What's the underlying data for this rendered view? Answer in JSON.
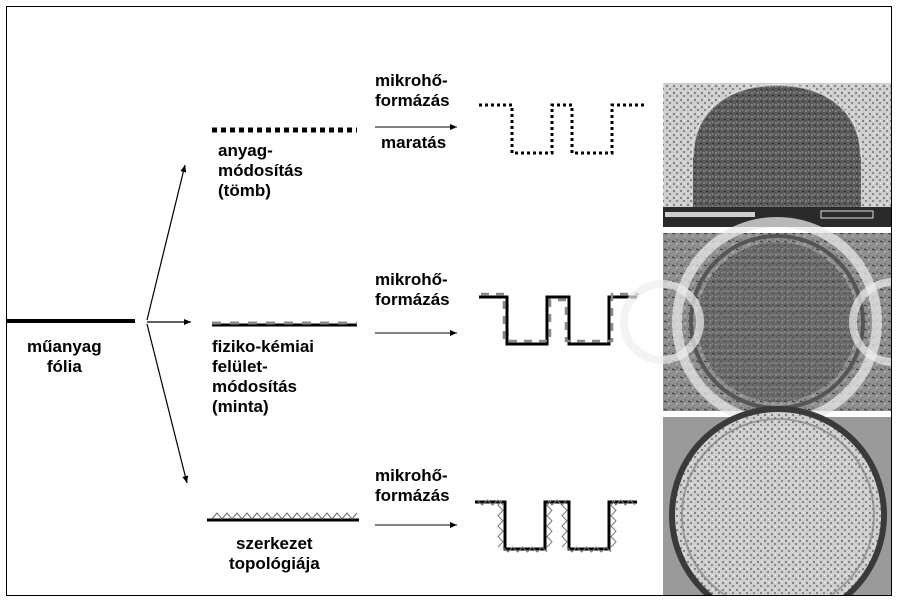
{
  "source": {
    "label": "műanyag\nfólia"
  },
  "branches": [
    {
      "id": "bulk",
      "modification_label": "anyag-\nmódosítás\n(tömb)",
      "process_label_top": "mikrohő-\nformázás",
      "process_label_bottom": "maratás",
      "photo_name": "photo-bulk-sem"
    },
    {
      "id": "surface",
      "modification_label": "fiziko-kémiai\nfelület-\nmódosítás\n(minta)",
      "process_label_top": "mikrohő-\nformázás",
      "photo_name": "photo-surface-pattern"
    },
    {
      "id": "topology",
      "modification_label": "szerkezet\ntopológiája",
      "process_label_top": "mikrohő-\nformázás",
      "photo_name": "photo-topology"
    }
  ],
  "colors": {
    "line": "#000000",
    "surface_gray": "#888888",
    "photo_dark": "#3a3a3a",
    "photo_light": "#d8d8d8"
  }
}
